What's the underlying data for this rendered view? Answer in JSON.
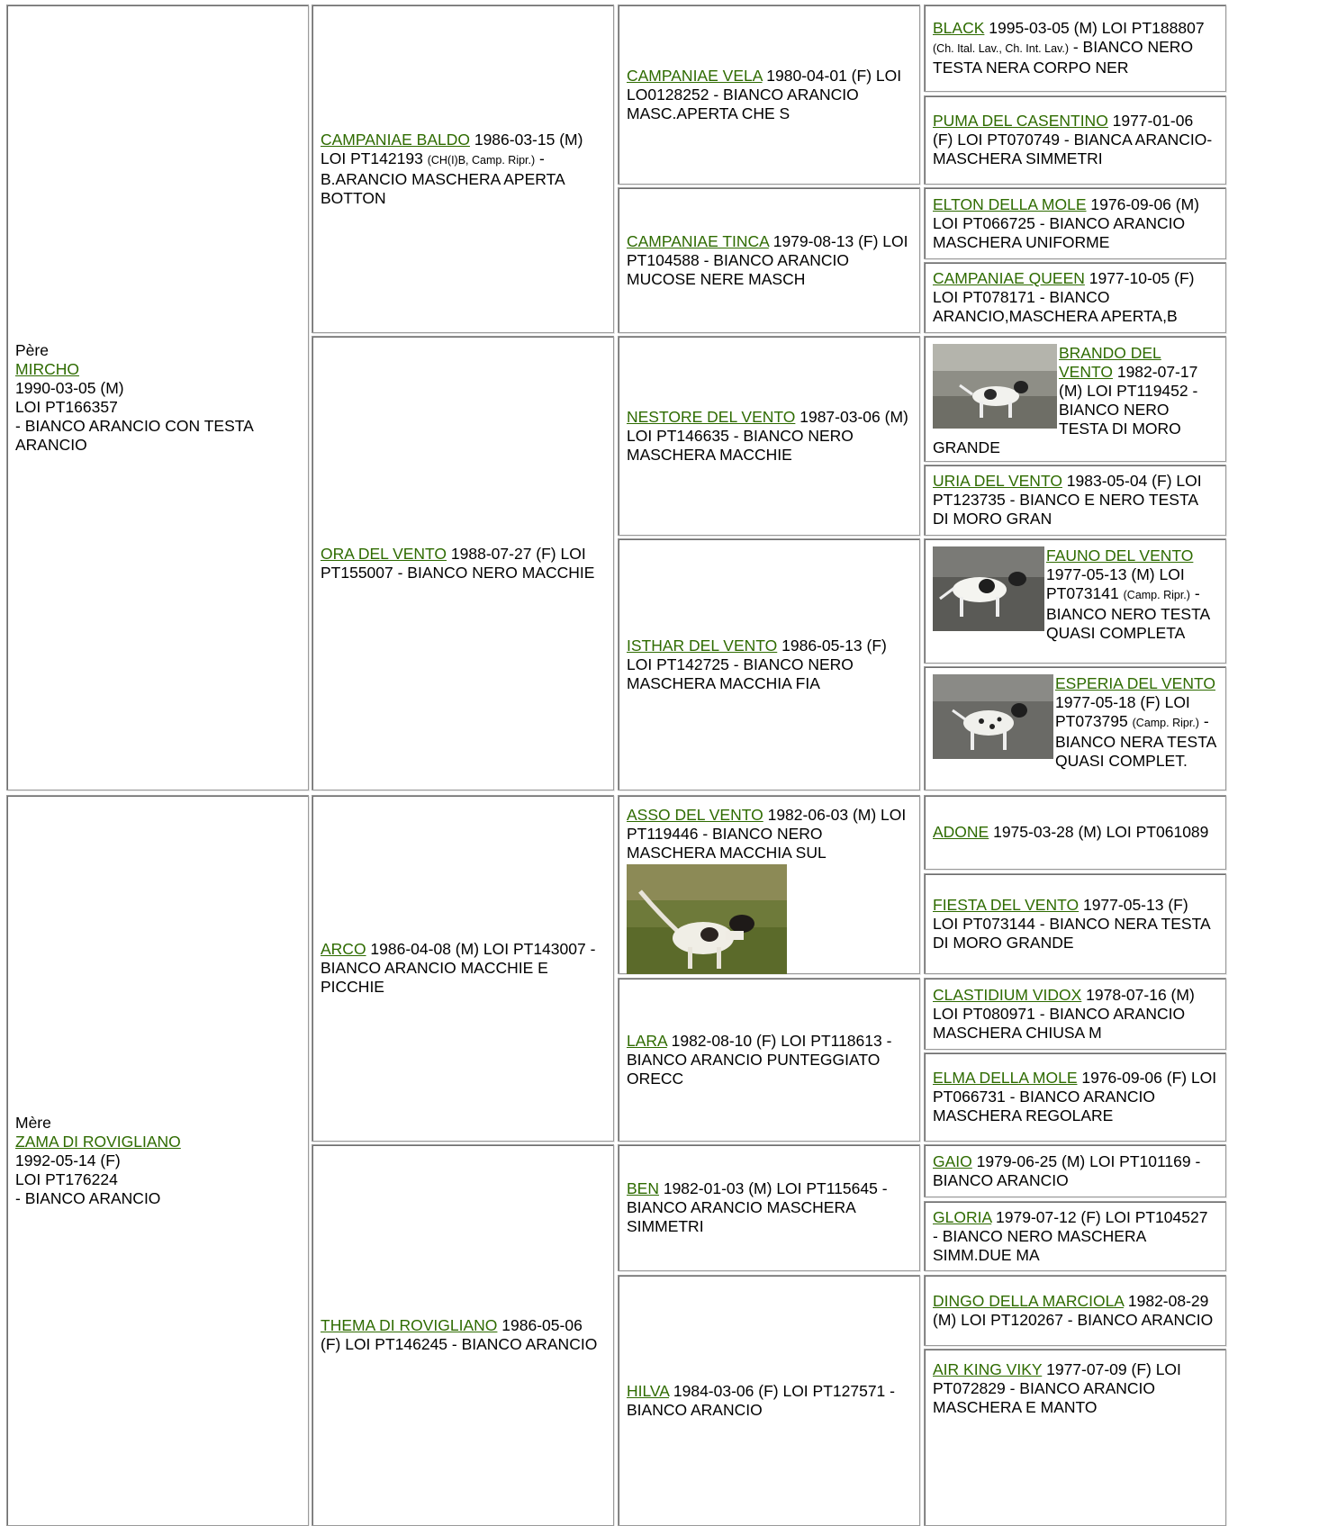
{
  "sire": {
    "role": "Père",
    "name": "MIRCHO",
    "dob": "1990-03-05 (M)",
    "reg": "LOI PT166357",
    "desc": "- BIANCO ARANCIO CON TESTA ARANCIO"
  },
  "dam": {
    "role": "Mère",
    "name": "ZAMA DI ROVIGLIANO",
    "dob": "1992-05-14 (F)",
    "reg": "LOI PT176224",
    "desc": "- BIANCO ARANCIO"
  },
  "gen2": [
    {
      "name": "CAMPANIAE BALDO",
      "pre": " 1986-03-15 (M) LOI PT142193 ",
      "titles": "(CH(I)B, Camp. Ripr.)",
      "post": " - B.ARANCIO MASCHERA APERTA BOTTON"
    },
    {
      "name": "ORA DEL VENTO",
      "text": " 1988-07-27 (F) LOI PT155007 - BIANCO NERO MACCHIE"
    },
    {
      "name": "ARCO",
      "text": " 1986-04-08 (M) LOI PT143007 - BIANCO ARANCIO MACCHIE E PICCHIE"
    },
    {
      "name": "THEMA DI ROVIGLIANO",
      "text": " 1986-05-06 (F) LOI PT146245 - BIANCO ARANCIO"
    }
  ],
  "gen3": [
    {
      "name": "CAMPANIAE VELA",
      "text": " 1980-04-01 (F) LOI LO0128252 - BIANCO ARANCIO MASC.APERTA CHE S"
    },
    {
      "name": "CAMPANIAE TINCA",
      "text": " 1979-08-13 (F) LOI PT104588 - BIANCO ARANCIO MUCOSE NERE MASCH"
    },
    {
      "name": "NESTORE DEL VENTO",
      "text": " 1987-03-06 (M) LOI PT146635 - BIANCO NERO MASCHERA MACCHIE"
    },
    {
      "name": "ISTHAR DEL VENTO",
      "text": " 1986-05-13 (F) LOI PT142725 - BIANCO NERO MASCHERA MACCHIA FIA"
    },
    {
      "name": "ASSO DEL VENTO",
      "text": " 1982-06-03 (M) LOI PT119446 - BIANCO NERO MASCHERA MACCHIA SUL"
    },
    {
      "name": "LARA",
      "text": " 1982-08-10 (F) LOI PT118613 - BIANCO ARANCIO PUNTEGGIATO ORECC"
    },
    {
      "name": "BEN",
      "text": " 1982-01-03 (M) LOI PT115645 - BIANCO ARANCIO MASCHERA SIMMETRI"
    },
    {
      "name": "HILVA",
      "text": " 1984-03-06 (F) LOI PT127571 - BIANCO ARANCIO"
    }
  ],
  "gen4": [
    {
      "name": "BLACK",
      "pre": " 1995-03-05 (M) LOI PT188807 ",
      "titles": "(Ch. Ital. Lav., Ch. Int. Lav.)",
      "post": " - BIANCO NERO TESTA NERA CORPO NER"
    },
    {
      "name": "PUMA DEL CASENTINO",
      "text": " 1977-01-06 (F) LOI PT070749 - BIANCA ARANCIO-MASCHERA SIMMETRI"
    },
    {
      "name": "ELTON DELLA MOLE",
      "text": " 1976-09-06 (M) LOI PT066725 - BIANCO ARANCIO MASCHERA UNIFORME"
    },
    {
      "name": "CAMPANIAE QUEEN",
      "text": " 1977-10-05 (F) LOI PT078171 - BIANCO ARANCIO,MASCHERA APERTA,B"
    },
    {
      "name": "BRANDO DEL VENTO",
      "text": " 1982-07-17 (M) LOI PT119452 - BIANCO NERO TESTA DI MORO GRANDE"
    },
    {
      "name": "URIA DEL VENTO",
      "text": " 1983-05-04 (F) LOI PT123735 - BIANCO E NERO TESTA DI MORO GRAN"
    },
    {
      "name": "FAUNO DEL VENTO",
      "pre": " 1977-05-13 (M) LOI PT073141 ",
      "titles": "(Camp. Ripr.)",
      "post": " - BIANCO NERO TESTA QUASI COMPLETA"
    },
    {
      "name": "ESPERIA DEL VENTO",
      "pre": " 1977-05-18 (F) LOI PT073795 ",
      "titles": "(Camp. Ripr.)",
      "post": " - BIANCO NERA TESTA QUASI COMPLET."
    },
    {
      "name": "ADONE",
      "text": " 1975-03-28 (M) LOI PT061089"
    },
    {
      "name": "FIESTA DEL VENTO",
      "text": " 1977-05-13 (F) LOI PT073144 - BIANCO NERA TESTA DI MORO GRANDE"
    },
    {
      "name": "CLASTIDIUM VIDOX",
      "text": " 1978-07-16 (M) LOI PT080971 - BIANCO ARANCIO MASCHERA CHIUSA M"
    },
    {
      "name": "ELMA DELLA MOLE",
      "text": " 1976-09-06 (F) LOI PT066731 - BIANCO ARANCIO MASCHERA REGOLARE"
    },
    {
      "name": "GAIO",
      "text": " 1979-06-25 (M) LOI PT101169 - BIANCO ARANCIO"
    },
    {
      "name": "GLORIA",
      "text": " 1979-07-12 (F) LOI PT104527 - BIANCO NERO MASCHERA SIMM.DUE MA"
    },
    {
      "name": "DINGO DELLA MARCIOLA",
      "text": " 1982-08-29 (M) LOI PT120267 - BIANCO ARANCIO"
    },
    {
      "name": "AIR KING VIKY",
      "text": " 1977-07-09 (F) LOI PT072829 - BIANCO ARANCIO MASCHERA E MANTO"
    }
  ]
}
